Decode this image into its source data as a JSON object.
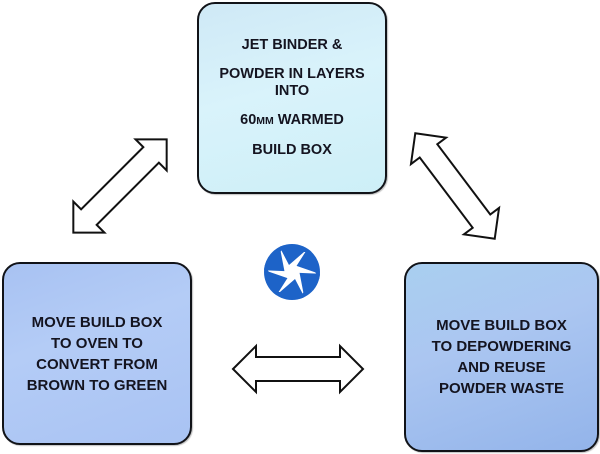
{
  "diagram": {
    "title": "",
    "type": "process cycle",
    "colors": {
      "top_box_fill": "#d6f1fa",
      "left_box_fill": "#afc8f4",
      "right_box_fill": "#a3c0ee",
      "box_border": "#111318",
      "text": "#141420",
      "arrow_fill": "#ffffff",
      "arrow_stroke": "#111111",
      "logo_blue": "#1d63c8"
    },
    "nodes": [
      {
        "id": "binder-jetting",
        "position": "top",
        "lines": [
          {
            "text": "JET BINDER &"
          },
          {
            "text": "POWDER IN LAYERS"
          },
          {
            "text": "INTO"
          },
          {
            "prefix": "60",
            "unit": "MM",
            "text": " WARMED"
          },
          {
            "text": "BUILD BOX"
          }
        ]
      },
      {
        "id": "oven-cure",
        "position": "bottom-left",
        "lines": [
          {
            "text": "MOVE BUILD BOX"
          },
          {
            "text": "TO OVEN TO"
          },
          {
            "text": "CONVERT FROM"
          },
          {
            "text": "BROWN TO GREEN"
          }
        ]
      },
      {
        "id": "depowdering",
        "position": "bottom-right",
        "lines": [
          {
            "text": "MOVE BUILD BOX"
          },
          {
            "text": "TO DEPOWDERING"
          },
          {
            "text": "AND REUSE"
          },
          {
            "text": "POWDER WASTE"
          }
        ]
      }
    ],
    "edges": [
      {
        "from": "binder-jetting",
        "to": "oven-cure",
        "style": "double-headed-arrow"
      },
      {
        "from": "binder-jetting",
        "to": "depowdering",
        "style": "double-headed-arrow"
      },
      {
        "from": "oven-cure",
        "to": "depowdering",
        "style": "double-headed-arrow"
      }
    ],
    "center_icon": "camera-aperture-icon"
  }
}
